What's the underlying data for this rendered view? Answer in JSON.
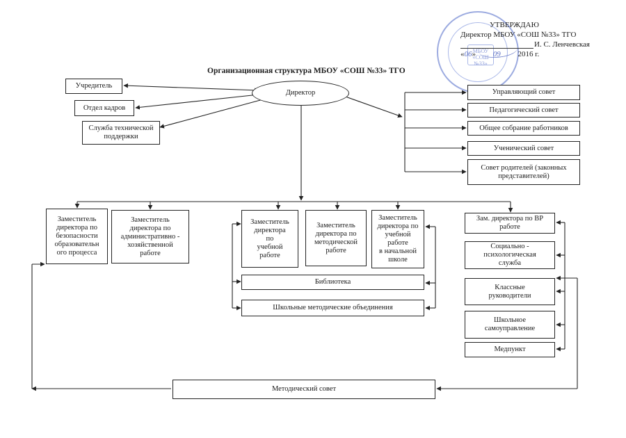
{
  "approval": {
    "line1": "УТВЕРЖДАЮ",
    "line2": "Директор МБОУ «СОШ №33» ТГО",
    "line3": "И. С. Ленчевская",
    "date_quote_open": "«",
    "date_day": "06",
    "date_quote_close": "»",
    "date_month": "09",
    "date_year": "2016 г."
  },
  "stamp": {
    "core_label": "МБОУ «СОШ №33»"
  },
  "title": "Организационная структура МБОУ «СОШ №33» ТГО",
  "nodes": {
    "director": "Директор",
    "founder": "Учредитель",
    "hr": "Отдел кадров",
    "tech": "Служба технической\nподдержки",
    "council_manage": "Управляющий совет",
    "council_ped": "Педагогический совет",
    "general_meeting": "Общее собрание работников",
    "student_council": "Ученический совет",
    "parents_council": "Совет родителей (законных\nпредставителей)",
    "dep_safety": "Заместитель\nдиректора по\nбезопасности\nобразовательн\nого процесса",
    "dep_admin": "Заместитель\nдиректора по\nадминистративно -\nхозяйственной\nработе",
    "dep_study": "Заместитель\nдиректора\nпо\nучебной\nработе",
    "dep_method": "Заместитель\nдиректора по\nметодической\nработе",
    "dep_primary": "Заместитель\nдиректора по\nучебной\nработе\nв начальной\nшколе",
    "library": "Библиотека",
    "method_assoc": "Школьные методические объединения",
    "dep_edu": "Зам. директора по ВР\nработе",
    "social_psych": "Социально -\nпсихологическая\nслужба",
    "class_teachers": "Классные\nруководители",
    "self_gov": "Школьное\nсамоуправление",
    "medpoint": "Медпункт",
    "method_council": "Методический совет"
  }
}
